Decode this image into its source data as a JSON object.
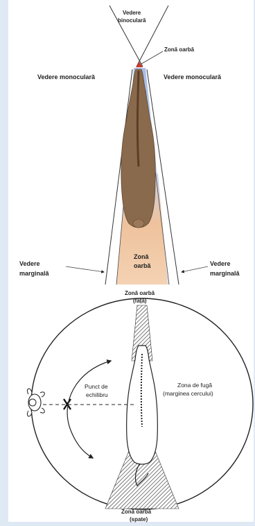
{
  "figure": {
    "top": {
      "binocular_line1": "Vedere",
      "binocular_line2": "binoculară",
      "blind_front": "Zonă oarbă",
      "mono_left": "Vedere monoculară",
      "mono_right": "Vedere monoculară",
      "blind_rear_line1": "Zonă",
      "blind_rear_line2": "oarbă",
      "marginal_left_line1": "Vedere",
      "marginal_left_line2": "marginală",
      "marginal_right_line1": "Vedere",
      "marginal_right_line2": "marginală"
    },
    "bottom": {
      "blind_front_line1": "Zonă oarbă",
      "blind_front_line2": "(față)",
      "balance_line1": "Punct de",
      "balance_line2": "echilibru",
      "flight_line1": "Zona de fugă",
      "flight_line2": "(marginea cercului)",
      "blind_back_line1": "Zonă oarbă",
      "blind_back_line2": "(spate)"
    }
  },
  "colors": {
    "page_bg": "#dfe9f4",
    "horse": "#8a6a4c",
    "mono_zone": "#b8c9e8",
    "rear_blind": "#eec29c"
  }
}
